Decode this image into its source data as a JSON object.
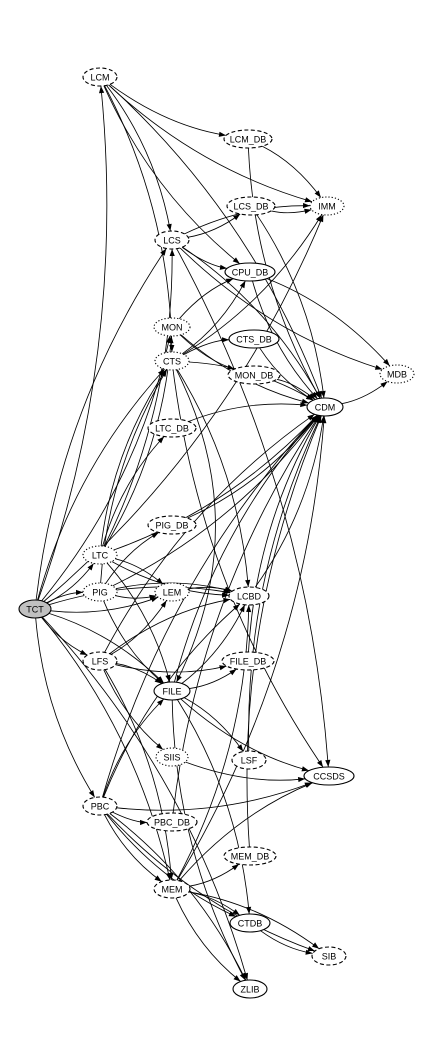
{
  "diagram": {
    "nodes": [
      {
        "id": "TCT",
        "label": "TCT",
        "style": "solid",
        "filled": true
      },
      {
        "id": "LCM",
        "label": "LCM",
        "style": "dashed"
      },
      {
        "id": "LCM_DB",
        "label": "LCM_DB",
        "style": "dashed"
      },
      {
        "id": "LCS",
        "label": "LCS",
        "style": "dashed"
      },
      {
        "id": "LCS_DB",
        "label": "LCS_DB",
        "style": "dashed"
      },
      {
        "id": "IMM",
        "label": "IMM",
        "style": "dotted"
      },
      {
        "id": "CPU_DB",
        "label": "CPU_DB",
        "style": "solid"
      },
      {
        "id": "MON",
        "label": "MON",
        "style": "dotted"
      },
      {
        "id": "CTS",
        "label": "CTS",
        "style": "dotted"
      },
      {
        "id": "CTS_DB",
        "label": "CTS_DB",
        "style": "solid"
      },
      {
        "id": "MON_DB",
        "label": "MON_DB",
        "style": "dashed"
      },
      {
        "id": "MDB",
        "label": "MDB",
        "style": "dotted"
      },
      {
        "id": "CDM",
        "label": "CDM",
        "style": "solid"
      },
      {
        "id": "LTC_DB",
        "label": "LTC_DB",
        "style": "dashed"
      },
      {
        "id": "PIG_DB",
        "label": "PIG_DB",
        "style": "dashed"
      },
      {
        "id": "LTC",
        "label": "LTC",
        "style": "dotted"
      },
      {
        "id": "PIG",
        "label": "PIG",
        "style": "dotted"
      },
      {
        "id": "LEM",
        "label": "LEM",
        "style": "dotted"
      },
      {
        "id": "LCBD",
        "label": "LCBD",
        "style": "dashed"
      },
      {
        "id": "LFS",
        "label": "LFS",
        "style": "dashed"
      },
      {
        "id": "FILE_DB",
        "label": "FILE_DB",
        "style": "dashed"
      },
      {
        "id": "FILE",
        "label": "FILE",
        "style": "solid"
      },
      {
        "id": "SIIS",
        "label": "SIIS",
        "style": "dotted"
      },
      {
        "id": "LSF",
        "label": "LSF",
        "style": "dashed"
      },
      {
        "id": "CCSDS",
        "label": "CCSDS",
        "style": "solid"
      },
      {
        "id": "PBC",
        "label": "PBC",
        "style": "dashed"
      },
      {
        "id": "PBC_DB",
        "label": "PBC_DB",
        "style": "dashed"
      },
      {
        "id": "MEM_DB",
        "label": "MEM_DB",
        "style": "dashed"
      },
      {
        "id": "MEM",
        "label": "MEM",
        "style": "dashed"
      },
      {
        "id": "CTDB",
        "label": "CTDB",
        "style": "solid"
      },
      {
        "id": "SIB",
        "label": "SIB",
        "style": "dashed"
      },
      {
        "id": "ZLIB",
        "label": "ZLIB",
        "style": "solid"
      }
    ],
    "edges": [
      [
        "TCT",
        "LCM"
      ],
      [
        "TCT",
        "LCS"
      ],
      [
        "TCT",
        "MON"
      ],
      [
        "TCT",
        "CTS"
      ],
      [
        "TCT",
        "LTC"
      ],
      [
        "TCT",
        "PIG"
      ],
      [
        "TCT",
        "LFS"
      ],
      [
        "TCT",
        "FILE"
      ],
      [
        "TCT",
        "PBC"
      ],
      [
        "TCT",
        "MEM"
      ],
      [
        "TCT",
        "LEM"
      ],
      [
        "TCT",
        "LCBD"
      ],
      [
        "TCT",
        "IMM"
      ],
      [
        "TCT",
        "ZLIB"
      ],
      [
        "LCM",
        "LCM_DB"
      ],
      [
        "LCM",
        "LCS"
      ],
      [
        "LCM",
        "IMM"
      ],
      [
        "LCM",
        "CDM"
      ],
      [
        "LCM",
        "CPU_DB"
      ],
      [
        "LCM",
        "CTS"
      ],
      [
        "LCS",
        "LCS_DB"
      ],
      [
        "LCS",
        "IMM"
      ],
      [
        "LCS",
        "CPU_DB"
      ],
      [
        "LCS",
        "CDM"
      ],
      [
        "LCS",
        "MDB"
      ],
      [
        "LCS",
        "CCSDS"
      ],
      [
        "LCS_DB",
        "IMM"
      ],
      [
        "LCS_DB",
        "CDM"
      ],
      [
        "LCM_DB",
        "CDM"
      ],
      [
        "LCM_DB",
        "IMM"
      ],
      [
        "CPU_DB",
        "CDM"
      ],
      [
        "CPU_DB",
        "MDB"
      ],
      [
        "MON",
        "MON_DB"
      ],
      [
        "MON",
        "CPU_DB"
      ],
      [
        "MON",
        "CDM"
      ],
      [
        "CTS",
        "CTS_DB"
      ],
      [
        "CTS",
        "CPU_DB"
      ],
      [
        "CTS",
        "CDM"
      ],
      [
        "CTS",
        "IMM"
      ],
      [
        "CTS",
        "LCBD"
      ],
      [
        "CTS",
        "CCSDS"
      ],
      [
        "CTS",
        "FILE"
      ],
      [
        "CTS_DB",
        "CDM"
      ],
      [
        "MON_DB",
        "CDM"
      ],
      [
        "CDM",
        "MDB"
      ],
      [
        "LTC",
        "LTC_DB"
      ],
      [
        "LTC",
        "LCS"
      ],
      [
        "LTC",
        "CTS"
      ],
      [
        "LTC",
        "MON"
      ],
      [
        "LTC",
        "LEM"
      ],
      [
        "LTC",
        "LCBD"
      ],
      [
        "LTC",
        "FILE"
      ],
      [
        "LTC",
        "CDM"
      ],
      [
        "LTC_DB",
        "CDM"
      ],
      [
        "PIG_DB",
        "CDM"
      ],
      [
        "PIG",
        "PIG_DB"
      ],
      [
        "PIG",
        "LEM"
      ],
      [
        "PIG",
        "LCBD"
      ],
      [
        "PIG",
        "FILE"
      ],
      [
        "PIG",
        "CTS"
      ],
      [
        "PIG",
        "CDM"
      ],
      [
        "LEM",
        "LCBD"
      ],
      [
        "LCBD",
        "CDM"
      ],
      [
        "LFS",
        "FILE"
      ],
      [
        "LFS",
        "FILE_DB"
      ],
      [
        "LFS",
        "LCBD"
      ],
      [
        "LFS",
        "LEM"
      ],
      [
        "LFS",
        "CDM"
      ],
      [
        "LFS",
        "SIIS"
      ],
      [
        "LFS",
        "MEM"
      ],
      [
        "FILE",
        "FILE_DB"
      ],
      [
        "FILE",
        "LSF"
      ],
      [
        "FILE",
        "CCSDS"
      ],
      [
        "FILE",
        "CDM"
      ],
      [
        "FILE",
        "LCBD"
      ],
      [
        "FILE",
        "CTDB"
      ],
      [
        "FILE",
        "ZLIB"
      ],
      [
        "FILE_DB",
        "CDM"
      ],
      [
        "SIIS",
        "CCSDS"
      ],
      [
        "LSF",
        "CDM"
      ],
      [
        "PBC",
        "PBC_DB"
      ],
      [
        "PBC",
        "FILE"
      ],
      [
        "PBC",
        "MEM"
      ],
      [
        "PBC",
        "LCBD"
      ],
      [
        "PBC",
        "CCSDS"
      ],
      [
        "PBC",
        "CDM"
      ],
      [
        "PBC",
        "SIB"
      ],
      [
        "PBC",
        "ZLIB"
      ],
      [
        "PBC",
        "CTDB"
      ],
      [
        "PBC_DB",
        "CDM"
      ],
      [
        "MEM",
        "MEM_DB"
      ],
      [
        "MEM",
        "CTDB"
      ],
      [
        "MEM",
        "ZLIB"
      ],
      [
        "MEM",
        "CCSDS"
      ],
      [
        "MEM",
        "CDM"
      ],
      [
        "MEM",
        "SIB"
      ],
      [
        "MEM",
        "LCBD"
      ],
      [
        "MEM_DB",
        "CDM"
      ],
      [
        "CTDB",
        "SIB"
      ]
    ]
  }
}
